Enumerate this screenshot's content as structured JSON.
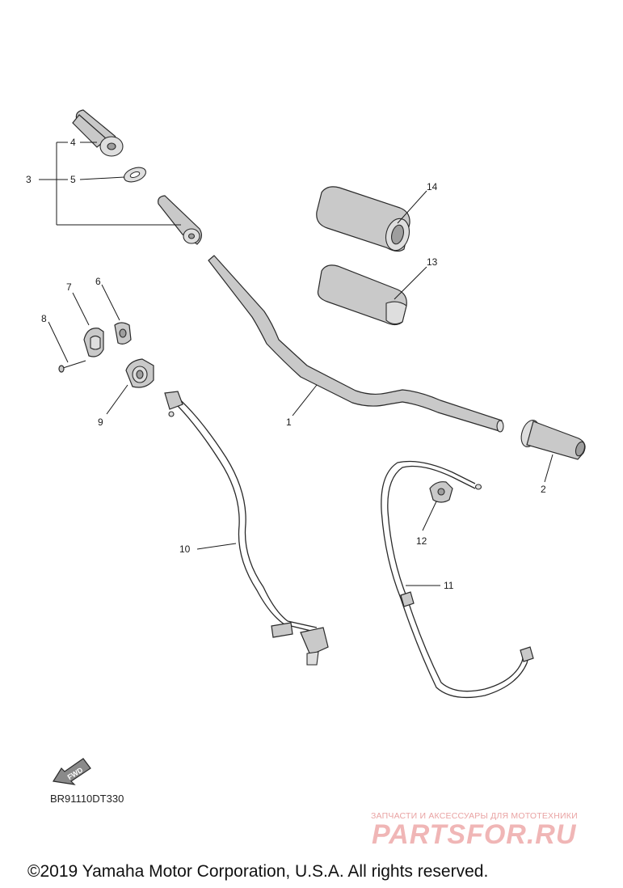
{
  "callouts": [
    {
      "id": "1",
      "label": "1"
    },
    {
      "id": "2",
      "label": "2"
    },
    {
      "id": "3",
      "label": "3"
    },
    {
      "id": "4",
      "label": "4"
    },
    {
      "id": "5",
      "label": "5"
    },
    {
      "id": "6",
      "label": "6"
    },
    {
      "id": "7",
      "label": "7"
    },
    {
      "id": "8",
      "label": "8"
    },
    {
      "id": "9",
      "label": "9"
    },
    {
      "id": "10",
      "label": "10"
    },
    {
      "id": "11",
      "label": "11"
    },
    {
      "id": "12",
      "label": "12"
    },
    {
      "id": "13",
      "label": "13"
    },
    {
      "id": "14",
      "label": "14"
    }
  ],
  "fwd_arrow": {
    "label": "FWD"
  },
  "diagram_code": "BR91110DT330",
  "watermark": {
    "tagline": "ЗАПЧАСТИ И АКСЕССУАРЫ ДЛЯ МОТОТЕХНИКИ",
    "logo": "PARTSFOR.RU"
  },
  "copyright": "©2019 Yamaha Motor Corporation, U.S.A. All rights reserved."
}
